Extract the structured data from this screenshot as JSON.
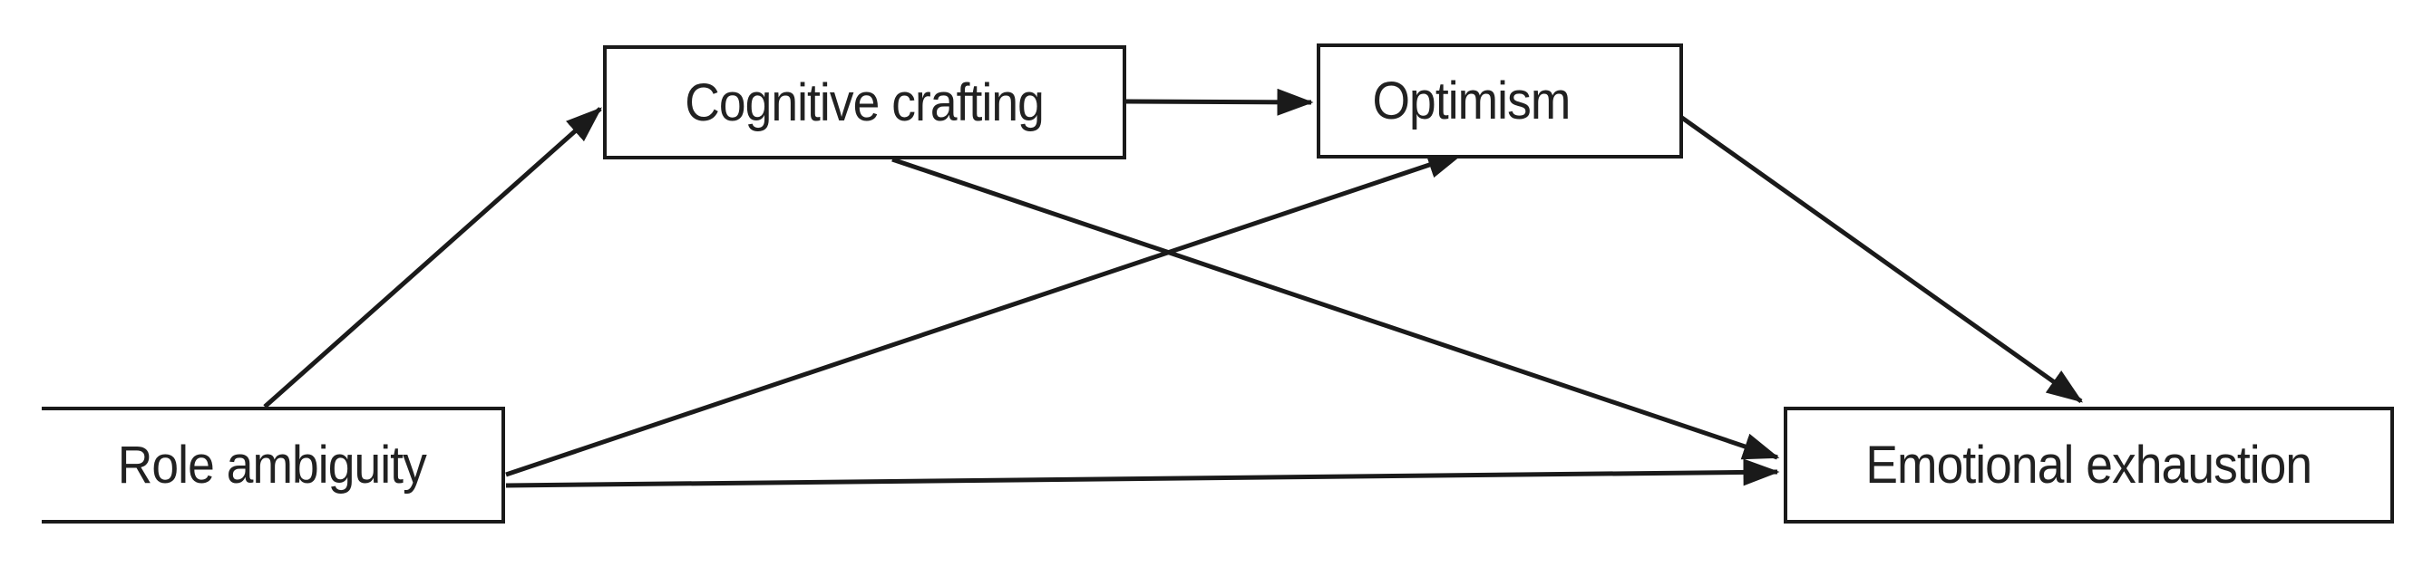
{
  "diagram": {
    "kind": "path-model",
    "colors": {
      "background": "#ffffff",
      "line": "#1a1a1a",
      "box_border": "#1a1a1a",
      "text": "#212121"
    },
    "nodes": {
      "cognitive_crafting": {
        "label": "Cognitive crafting"
      },
      "optimism": {
        "label": "Optimism"
      },
      "role_ambiguity": {
        "label": "Role ambiguity"
      },
      "emotional_exhaustion": {
        "label": "Emotional exhaustion"
      }
    },
    "edges": [
      {
        "from": "role_ambiguity",
        "to": "cognitive_crafting"
      },
      {
        "from": "cognitive_crafting",
        "to": "optimism"
      },
      {
        "from": "role_ambiguity",
        "to": "optimism"
      },
      {
        "from": "cognitive_crafting",
        "to": "emotional_exhaustion"
      },
      {
        "from": "role_ambiguity",
        "to": "emotional_exhaustion"
      },
      {
        "from": "optimism",
        "to": "emotional_exhaustion"
      }
    ]
  }
}
